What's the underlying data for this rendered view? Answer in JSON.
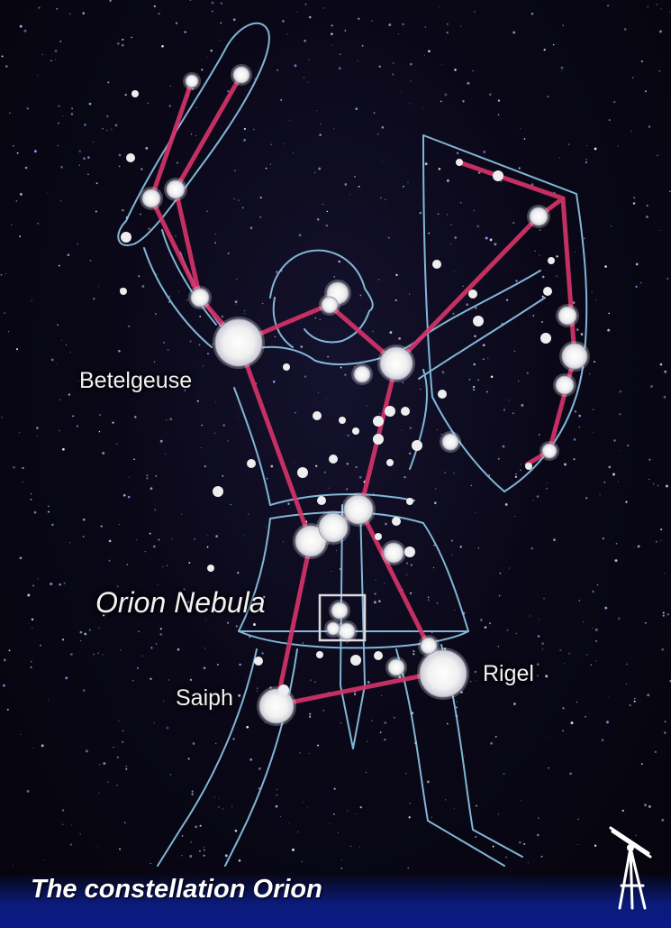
{
  "caption": "The constellation Orion",
  "labels": {
    "betelgeuse": "Betelgeuse",
    "orion_nebula": "Orion Nebula",
    "saiph": "Saiph",
    "rigel": "Rigel"
  },
  "colors": {
    "constellation_lines": "#d8346a",
    "figure_outline": "#8ec9ea",
    "stars": "#f4f4f4",
    "caption_band": "#0a1a8a",
    "sky": "#0a0818"
  },
  "icons": [
    "telescope-icon"
  ]
}
